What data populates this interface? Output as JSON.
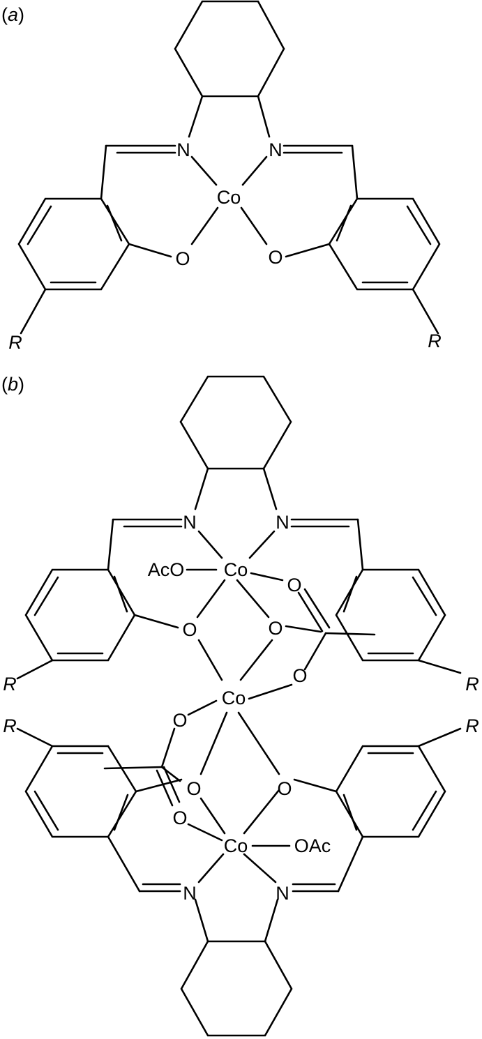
{
  "panels": {
    "a": {
      "label_open": "(",
      "label_letter": "a",
      "label_close": ")",
      "atoms": {
        "n_left": "N",
        "n_right": "N",
        "co": "Co",
        "o_left": "O",
        "o_right": "O",
        "r_left": "R",
        "r_right": "R"
      }
    },
    "b": {
      "label_open": "(",
      "label_letter": "b",
      "label_close": ")",
      "atoms": {
        "n_top_left": "N",
        "n_top_right": "N",
        "co_top": "Co",
        "aco": "AcO",
        "o_carbonyl_top": "O",
        "o_phenoxide_left_top": "O",
        "o_phenoxide_right_top": "O",
        "o_acetate_top": "O",
        "co_center": "Co",
        "o_acetate_bottom": "O",
        "o_phenoxide_left_bottom": "O",
        "o_phenoxide_right_bottom": "O",
        "o_carbonyl_bottom": "O",
        "co_bottom": "Co",
        "oac": "OAc",
        "n_bottom_left": "N",
        "n_bottom_right": "N",
        "r_top_left": "R",
        "r_top_right": "R",
        "r_bottom_left": "R",
        "r_bottom_right": "R"
      }
    }
  }
}
